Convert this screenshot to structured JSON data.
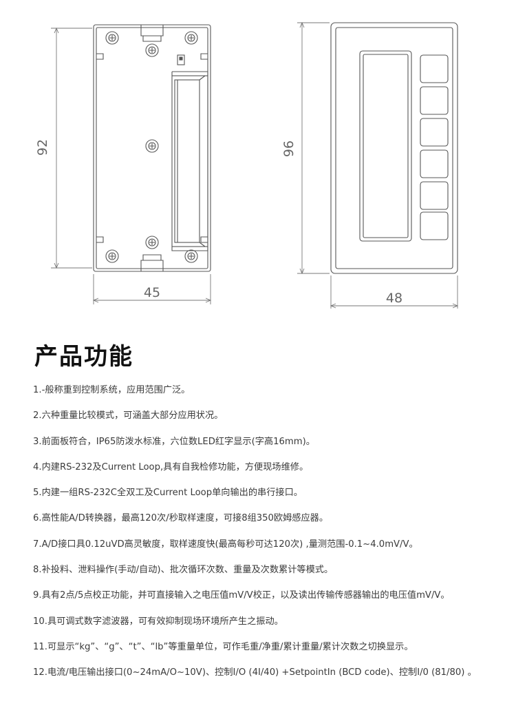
{
  "drawing": {
    "left_view": {
      "height_dim": "92",
      "width_dim": "45"
    },
    "right_view": {
      "height_dim": "96",
      "width_dim": "48"
    }
  },
  "section_title": "产品功能",
  "features": [
    "1.-般称重到控制系统，应用范围广泛。",
    "2.六种重量比较模式，可涵盖大部分应用状况。",
    "3.前面板符合，IP65防泼水标准，六位数LED红字显示(字高16mm)。",
    "4.内建RS-232及Current Loop,具有自我检修功能，方便现场维修。",
    "5.内建一组RS-232C全双工及Current Loop单向输出的串行接口。",
    "6.高性能A/D转换器，最高120次/秒取样速度，可接8组350欧姆感应器。",
    "7.A/D接口具0.12uVD高灵敏度，取样速度快(最高每秒可达120次) ,量测范围-0.1~4.0mV/V。",
    "8.补投料、泄料操作(手动/自动)、批次循环次数、重量及次数累计等模式。",
    "9.具有2点/5点校正功能，并可直接输入之电压值mV/V校正，以及读出传输传感器输出的电压值mV/V。",
    "10.具可调式数字滤波器，可有效抑制现场环境所产生之振动。",
    "11.可显示“kg”、“g”、“t”、“lb”等重量单位，可作毛重/净重/累计重量/累计次数之切换显示。",
    "12.电流/电压输出接口(0~24mA/O~10V)、控制I/O (4I/40) +SetpointIn (BCD code)、控制I/0 (81/80) 。"
  ]
}
